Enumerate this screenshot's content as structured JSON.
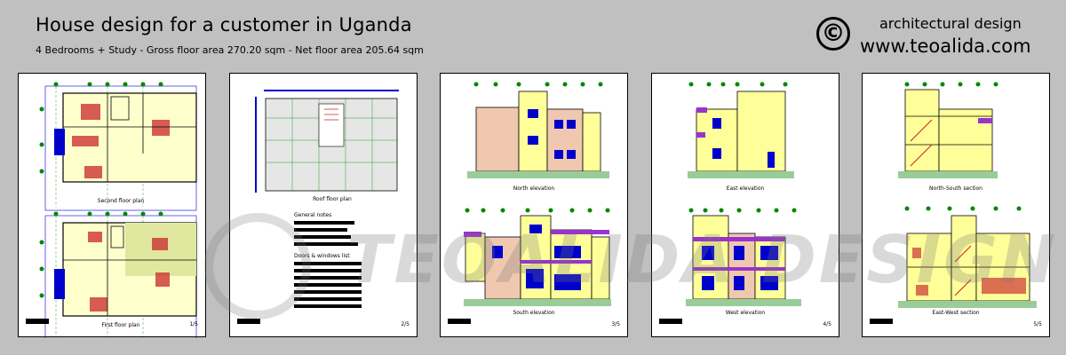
{
  "header": {
    "title": "House design for a customer in Uganda",
    "subtitle": "4 Bedrooms + Study - Gross floor area 270.20 sqm - Net floor area 205.64 sqm",
    "copyright_symbol": "©",
    "tagline": "architectural design",
    "website": "www.teoalida.com"
  },
  "sheets": [
    {
      "captions": [
        "Second floor plan",
        "First floor plan"
      ],
      "page": "1/5"
    },
    {
      "captions": [
        "Roof floor plan"
      ],
      "page": "2/5"
    },
    {
      "captions": [
        "North elevation",
        "South elevation"
      ],
      "page": "3/5"
    },
    {
      "captions": [
        "East elevation",
        "West elevation"
      ],
      "page": "4/5"
    },
    {
      "captions": [
        "North-South section",
        "East-West section"
      ],
      "page": "5/5"
    }
  ],
  "notes": {
    "general_notes": "General notes",
    "doors_windows": "Doors & windows list"
  },
  "watermark": "TEOALIDA DESIGN",
  "colors": {
    "background": "#c0c0c0",
    "wall_fill": "#ffff99",
    "wall_fill_alt": "#f0d0b8",
    "window_blue": "#0000cc",
    "grid_green": "#008800",
    "bedroom_red": "#cc3333",
    "ground_green": "#009900",
    "purple": "#9933cc"
  }
}
